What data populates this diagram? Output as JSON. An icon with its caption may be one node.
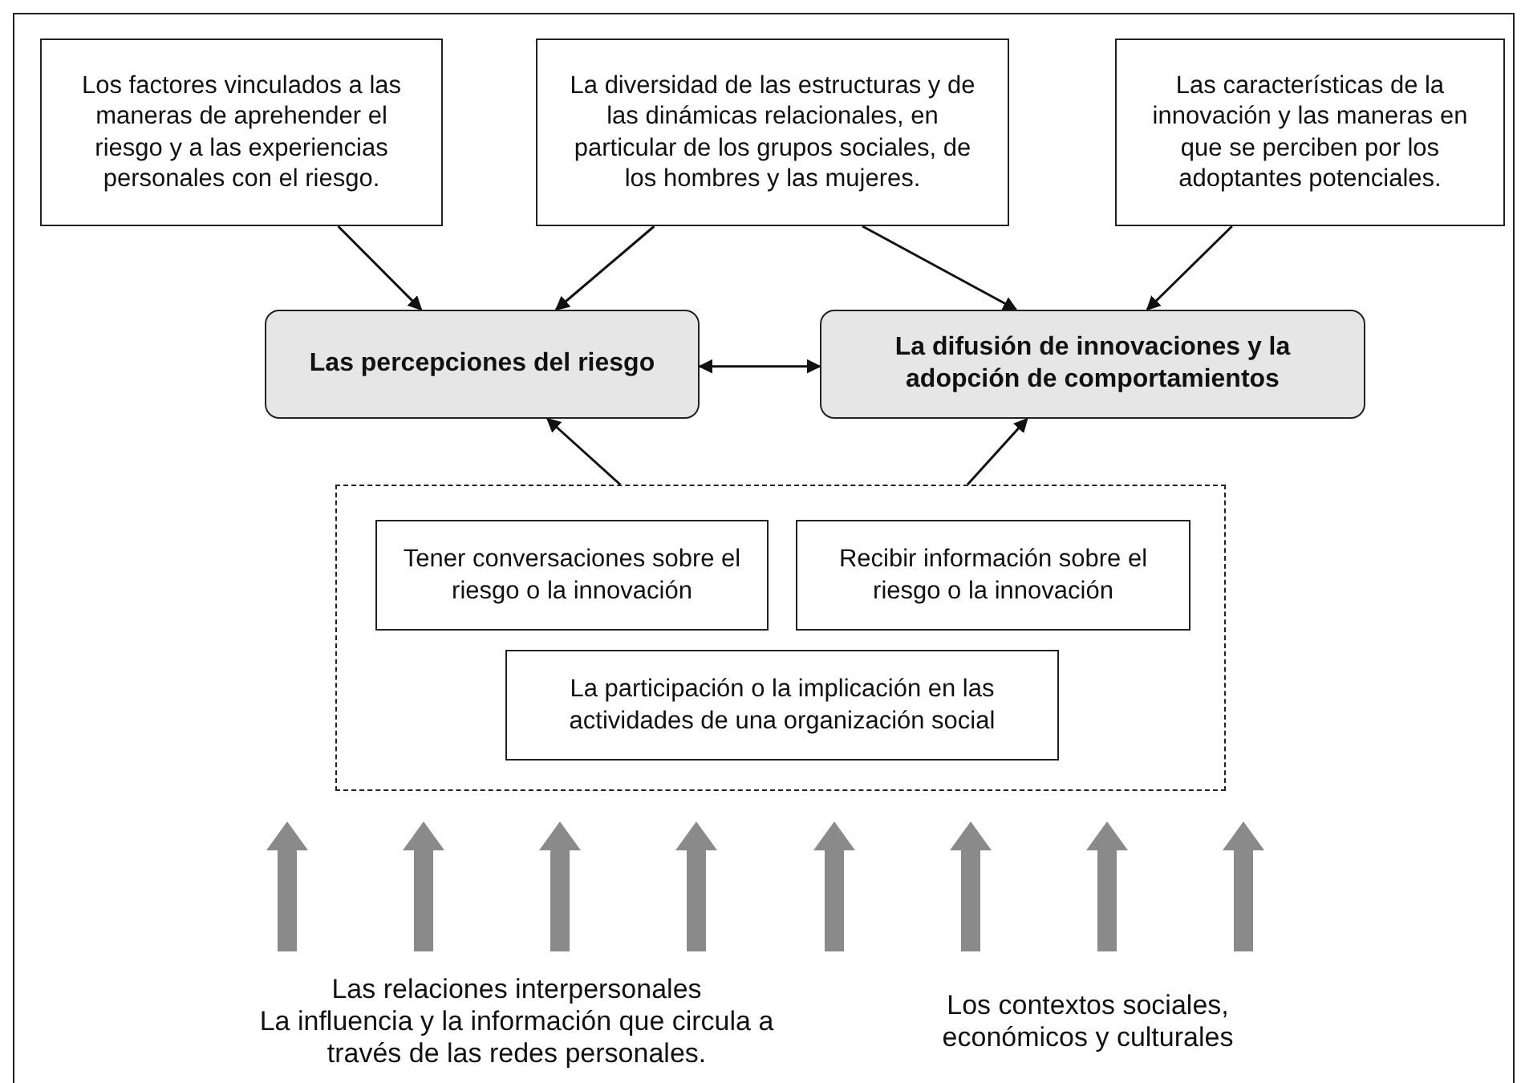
{
  "diagram": {
    "nodes": [
      {
        "text": [
          "Los factores vinculados a las maneras de aprehender el riesgo y a las experiencias personales con el riesgo."
        ]
      },
      {
        "text": [
          "La diversidad de las estructuras y de las dinámicas relacionales, en particular de los grupos sociales, de los hombres y las mujeres."
        ]
      },
      {
        "text": [
          "Las características de la innovación y las maneras en que se perciben por los adoptantes potenciales."
        ]
      },
      {
        "text": [
          "Las percepciones del riesgo"
        ]
      },
      {
        "text": [
          "La difusión de innovaciones y la adopción de comportamientos"
        ]
      },
      {
        "text": [],
        "shape": "box"
      },
      {
        "text": [
          "Tener conversaciones sobre el riesgo o la innovación"
        ],
        "in": 5
      },
      {
        "text": [
          "Recibir información sobre el riesgo o la innovación"
        ],
        "in": 5
      },
      {
        "text": [
          "La participación o la implicación en las actividades de una organización social"
        ],
        "in": 5
      }
    ],
    "edges": [
      {
        "from": 0,
        "to": 3,
        "arrow": "to"
      },
      {
        "from": 1,
        "to": 3,
        "arrow": "to"
      },
      {
        "from": 1,
        "to": 4,
        "arrow": "to"
      },
      {
        "from": 2,
        "to": 4,
        "arrow": "to"
      },
      {
        "from": 3,
        "to": 4,
        "arrow": "both"
      },
      {
        "from": 5,
        "to": 3,
        "arrow": "to"
      },
      {
        "from": 5,
        "to": 4,
        "arrow": "to"
      }
    ],
    "labels": [
      "Las relaciones interpersonales",
      "La influencia y la información que circula a través de las redes personales.",
      "Los contextos sociales, económicos y culturales"
    ]
  }
}
